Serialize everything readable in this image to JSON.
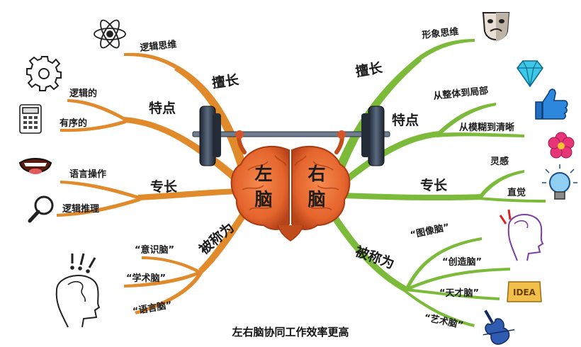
{
  "center": {
    "left_chars": [
      "左",
      "脑"
    ],
    "right_chars": [
      "右",
      "脑"
    ]
  },
  "left": {
    "branches": {
      "good_at": {
        "label": "擅长",
        "items": [
          "逻辑思维"
        ]
      },
      "features": {
        "label": "特点",
        "items": [
          "逻辑的",
          "有序的"
        ]
      },
      "specialty": {
        "label": "专长",
        "items": [
          "语言操作",
          "逻辑推理"
        ]
      },
      "called": {
        "label": "被称为",
        "items": [
          "“意识脑”",
          "“学术脑”",
          "“语言脑”"
        ]
      }
    }
  },
  "right": {
    "branches": {
      "good_at": {
        "label": "擅长",
        "items": [
          "形象思维"
        ]
      },
      "features": {
        "label": "特点",
        "items": [
          "从整体到局部",
          "从模糊到清晰"
        ]
      },
      "specialty": {
        "label": "专长",
        "items": [
          "灵感",
          "直觉"
        ]
      },
      "called": {
        "label": "被称为",
        "items": [
          "“图像脑”",
          "“创造脑”",
          "“天才脑”",
          "“艺术脑”"
        ]
      }
    }
  },
  "caption": "左右脑协同工作效率更高",
  "icons": {
    "atom": "atom-icon",
    "gear": "gear-icon",
    "calculator": "calculator-icon",
    "mouth": "mouth-icon",
    "magnifier": "magnifier-icon",
    "head_left": "thinking-head-icon",
    "mask": "theater-mask-icon",
    "diamond": "diamond-icon",
    "thumb": "thumbs-up-icon",
    "flower": "flower-icon",
    "bulb": "lightbulb-icon",
    "head_right": "creative-head-icon",
    "idea": "idea-stamp-icon",
    "violin": "violin-icon",
    "barbell": "barbell-icon"
  },
  "colors": {
    "left_branch": "#e08a2c",
    "right_branch": "#7cba3a",
    "brain": "#e4642c",
    "brain_dark": "#b8441a"
  },
  "idea_text": "IDEA"
}
